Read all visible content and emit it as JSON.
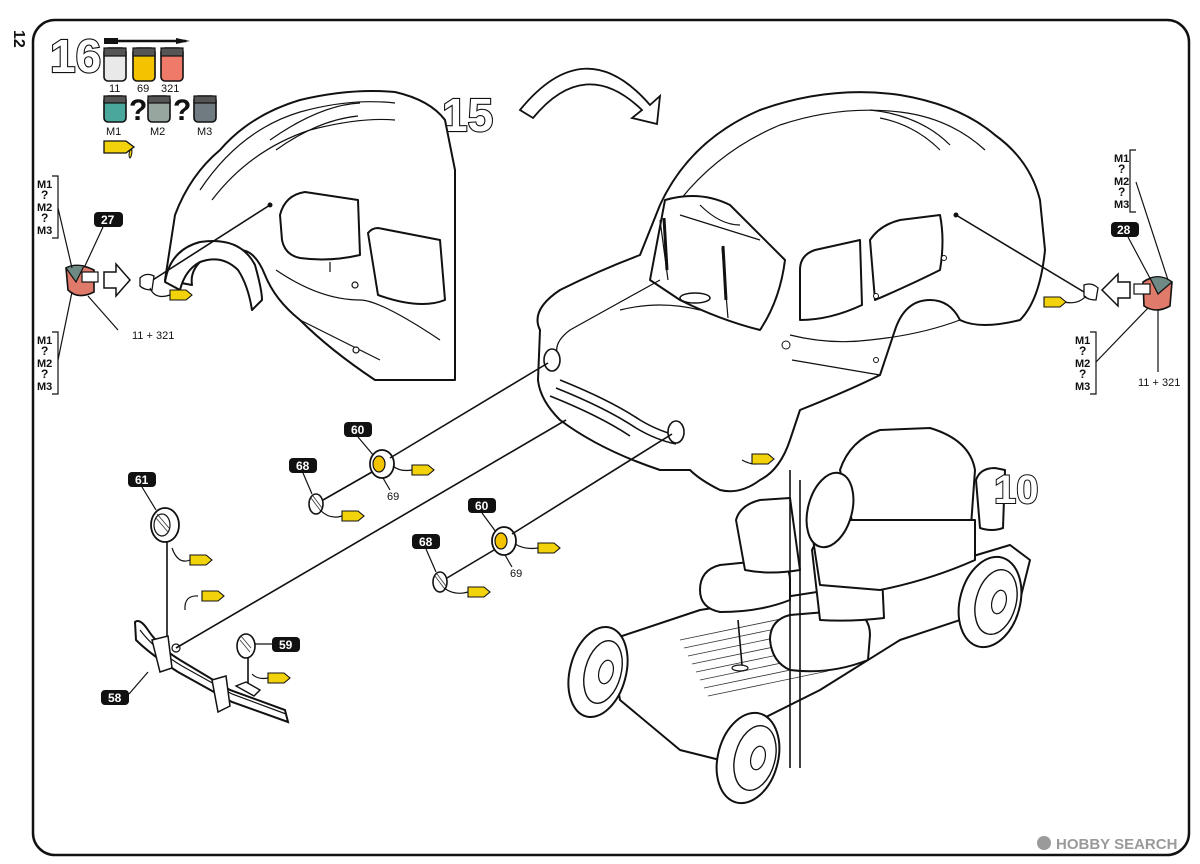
{
  "page_number": "12",
  "steps": {
    "main": "16",
    "body_ref": "15",
    "chassis_ref": "10"
  },
  "paints": {
    "top_row": [
      {
        "code": "11",
        "color": "#e9e9e9"
      },
      {
        "code": "69",
        "color": "#f3c300"
      },
      {
        "code": "321",
        "color": "#f07a6a"
      }
    ],
    "bottom_row": [
      {
        "code": "M1",
        "color": "#4aa79b"
      },
      {
        "code": "M2",
        "color": "#97a79f"
      },
      {
        "code": "M3",
        "color": "#6f7b80"
      }
    ],
    "separator": "?",
    "glue_color": "#f2d20b"
  },
  "parts": {
    "p27": "27",
    "p28": "28",
    "p60a": "60",
    "p60b": "60",
    "p68a": "68",
    "p68b": "68",
    "p61": "61",
    "p59": "59",
    "p58": "58"
  },
  "callouts": {
    "left_upper": [
      "M1",
      "?",
      "M2",
      "?",
      "M3"
    ],
    "left_lower": [
      "M1",
      "?",
      "M2",
      "?",
      "M3"
    ],
    "right_upper": [
      "M1",
      "?",
      "M2",
      "?",
      "M3"
    ],
    "right_lower": [
      "M1",
      "?",
      "M2",
      "?",
      "M3"
    ],
    "lamp_color_left": "11 + 321",
    "lamp_color_right": "11 + 321",
    "rim_color_a": "69",
    "rim_color_b": "69"
  },
  "watermark": "HOBBY SEARCH"
}
